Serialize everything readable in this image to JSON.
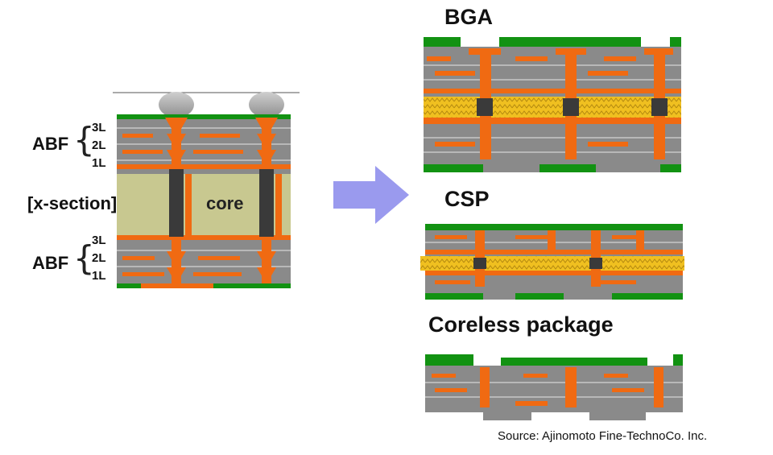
{
  "left": {
    "abf_top": "ABF",
    "abf_bottom": "ABF",
    "xsection": "[x-section]",
    "core": "core",
    "top_layers": [
      "3L",
      "2L",
      "1L"
    ],
    "bottom_layers": [
      "3L",
      "2L",
      "1L"
    ]
  },
  "right": {
    "bga": "BGA",
    "csp": "CSP",
    "coreless": "Coreless package"
  },
  "source": "Source: Ajinomoto Fine-TechnoCo. Inc.",
  "colors": {
    "orange": "#f06a12",
    "dark_orange": "#c84f08",
    "gray": "#8a8a8a",
    "light_gray": "#b8b8b8",
    "green": "#129212",
    "core": "#c8c890",
    "dark_via": "#3a3a3a",
    "yellow": "#f0c020",
    "arrow": "#9a9aee",
    "ball": "#a8a8a8"
  }
}
